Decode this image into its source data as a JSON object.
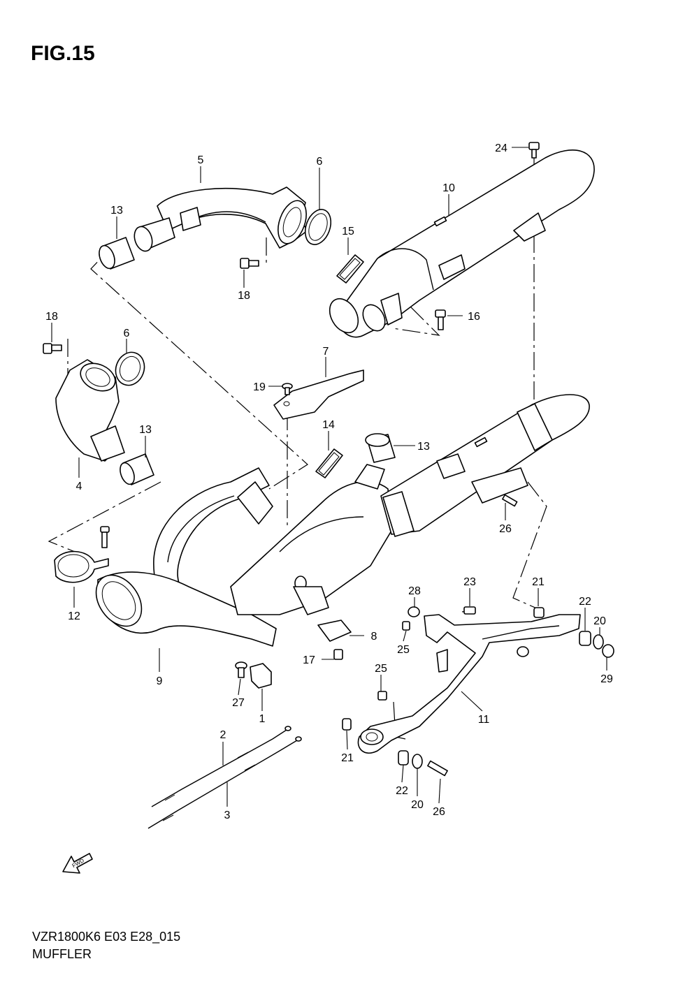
{
  "figure": {
    "title": "FIG.15",
    "model_code": "VZR1800K6 E03 E28_015",
    "section": "MUFFLER",
    "fwd_label": "FWD"
  },
  "callouts": [
    {
      "id": "c1",
      "text": "1"
    },
    {
      "id": "c2",
      "text": "2"
    },
    {
      "id": "c3",
      "text": "3"
    },
    {
      "id": "c4",
      "text": "4"
    },
    {
      "id": "c5",
      "text": "5"
    },
    {
      "id": "c6a",
      "text": "6"
    },
    {
      "id": "c6b",
      "text": "6"
    },
    {
      "id": "c7",
      "text": "7"
    },
    {
      "id": "c8",
      "text": "8"
    },
    {
      "id": "c9",
      "text": "9"
    },
    {
      "id": "c10",
      "text": "10"
    },
    {
      "id": "c11",
      "text": "11"
    },
    {
      "id": "c12",
      "text": "12"
    },
    {
      "id": "c13a",
      "text": "13"
    },
    {
      "id": "c13b",
      "text": "13"
    },
    {
      "id": "c13c",
      "text": "13"
    },
    {
      "id": "c14",
      "text": "14"
    },
    {
      "id": "c15",
      "text": "15"
    },
    {
      "id": "c16",
      "text": "16"
    },
    {
      "id": "c17",
      "text": "17"
    },
    {
      "id": "c18a",
      "text": "18"
    },
    {
      "id": "c18b",
      "text": "18"
    },
    {
      "id": "c19",
      "text": "19"
    },
    {
      "id": "c20a",
      "text": "20"
    },
    {
      "id": "c20b",
      "text": "20"
    },
    {
      "id": "c21a",
      "text": "21"
    },
    {
      "id": "c21b",
      "text": "21"
    },
    {
      "id": "c22a",
      "text": "22"
    },
    {
      "id": "c22b",
      "text": "22"
    },
    {
      "id": "c23",
      "text": "23"
    },
    {
      "id": "c24",
      "text": "24"
    },
    {
      "id": "c25a",
      "text": "25"
    },
    {
      "id": "c25b",
      "text": "25"
    },
    {
      "id": "c26a",
      "text": "26"
    },
    {
      "id": "c26b",
      "text": "26"
    },
    {
      "id": "c27",
      "text": "27"
    },
    {
      "id": "c28",
      "text": "28"
    },
    {
      "id": "c29",
      "text": "29"
    }
  ]
}
